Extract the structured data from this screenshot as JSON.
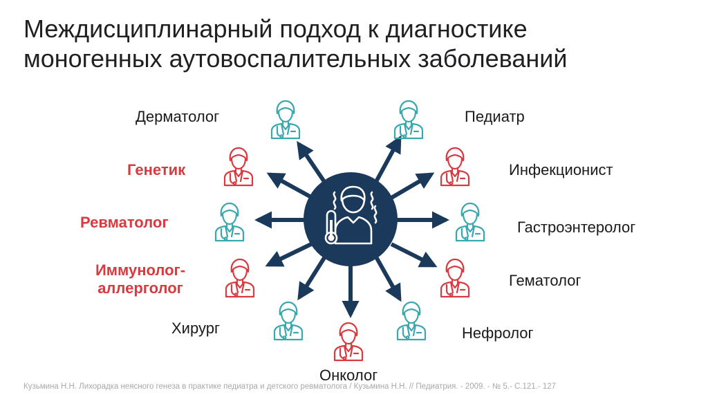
{
  "title": {
    "line1": "Междисциплинарный подход к диагностике",
    "line2": "моногенных аутовоспалительных заболеваний"
  },
  "colors": {
    "navy": "#1b3a5b",
    "teal": "#3aa7ae",
    "red": "#d83a3f",
    "text": "#1a1a1a"
  },
  "center": {
    "icon": "patient-fever-thermometer-icon"
  },
  "specialists": {
    "dermatolog": {
      "label": "Дерматолог",
      "icon_color": "teal",
      "label_color": "dark"
    },
    "pediatr": {
      "label": "Педиатр",
      "icon_color": "teal",
      "label_color": "dark"
    },
    "genetik": {
      "label": "Генетик",
      "icon_color": "red",
      "label_color": "red"
    },
    "infektsionist": {
      "label": "Инфекционист",
      "icon_color": "red",
      "label_color": "dark"
    },
    "revmatolog": {
      "label": "Ревматолог",
      "icon_color": "teal",
      "label_color": "red"
    },
    "gastroenterolog": {
      "label": "Гастроэнтеролог",
      "icon_color": "teal",
      "label_color": "dark"
    },
    "immunolog": {
      "line1": "Иммунолог-",
      "line2": "аллерголог",
      "icon_color": "red",
      "label_color": "red"
    },
    "gematolog": {
      "label": "Гематолог",
      "icon_color": "red",
      "label_color": "dark"
    },
    "hirurg": {
      "label": "Хирург",
      "icon_color": "teal",
      "label_color": "dark"
    },
    "nefrolog": {
      "label": "Нефролог",
      "icon_color": "teal",
      "label_color": "dark"
    },
    "onkolog": {
      "label": "Онколог",
      "icon_color": "red",
      "label_color": "dark"
    }
  },
  "footnote": "Кузьмина Н.Н. Лихорадка неясного генеза в практике педиатра и детского ревматолога / Кузьмина Н.Н. // Педиатрия. - 2009. - № 5.- С.121.- 127"
}
